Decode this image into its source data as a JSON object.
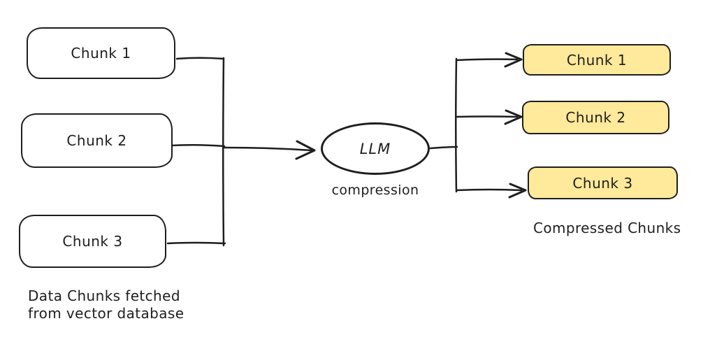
{
  "diagram": {
    "colors": {
      "stroke": "#1e1e1e",
      "source_fill": "#ffffff",
      "compressed_fill": "#ffe99a",
      "background": "#ffffff"
    },
    "source_chunks": [
      {
        "label": "Chunk 1"
      },
      {
        "label": "Chunk 2"
      },
      {
        "label": "Chunk 3"
      }
    ],
    "source_caption_lines": [
      "Data Chunks fetched",
      "from vector database"
    ],
    "process": {
      "label": "LLM",
      "caption": "compression"
    },
    "compressed_chunks": [
      {
        "label": "Chunk 1"
      },
      {
        "label": "Chunk 2"
      },
      {
        "label": "Chunk 3"
      }
    ],
    "compressed_caption": "Compressed Chunks"
  }
}
